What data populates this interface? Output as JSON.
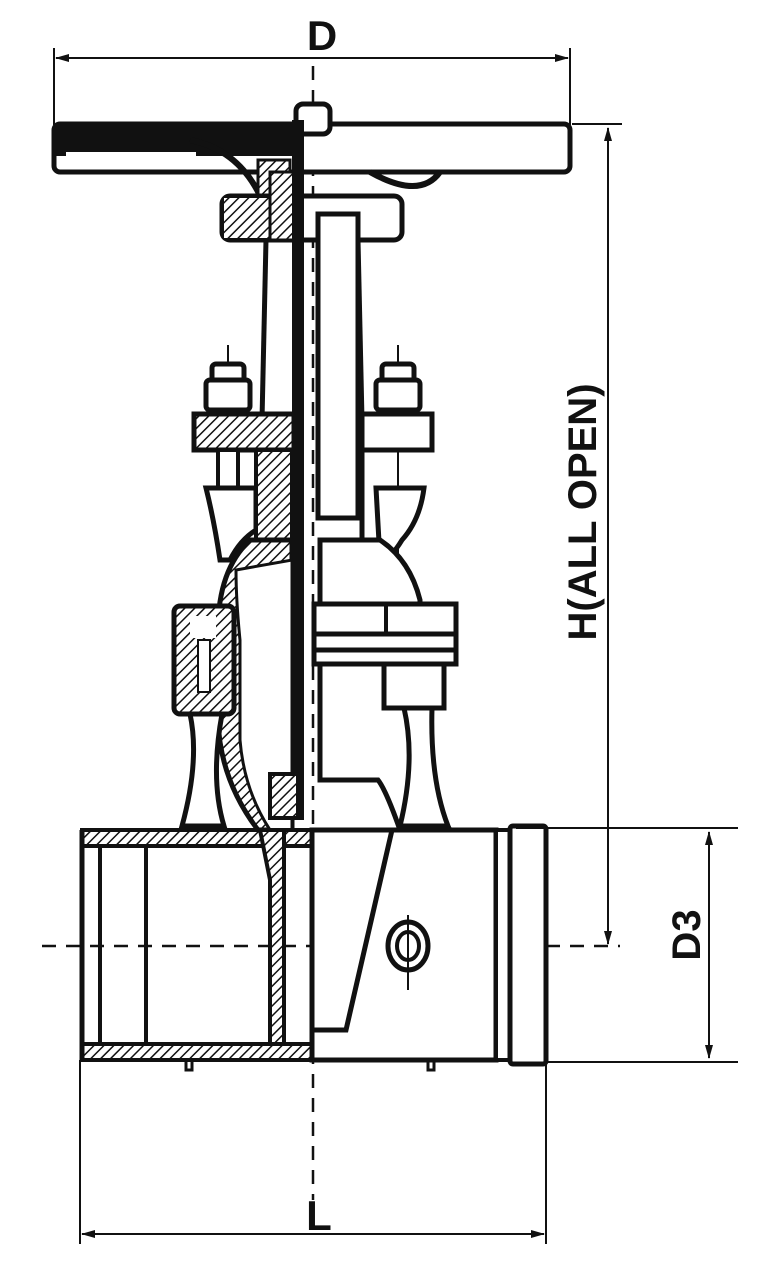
{
  "drawing": {
    "subject": "Grooved-end gate valve, half cross-section",
    "colors": {
      "ink": "#111111",
      "background": "#ffffff"
    },
    "dimensions": {
      "handwheel_diameter": {
        "label": "D"
      },
      "height_open": {
        "label": "H(ALL OPEN)"
      },
      "end_diameter": {
        "label": "D3"
      },
      "length": {
        "label": "L"
      }
    }
  }
}
